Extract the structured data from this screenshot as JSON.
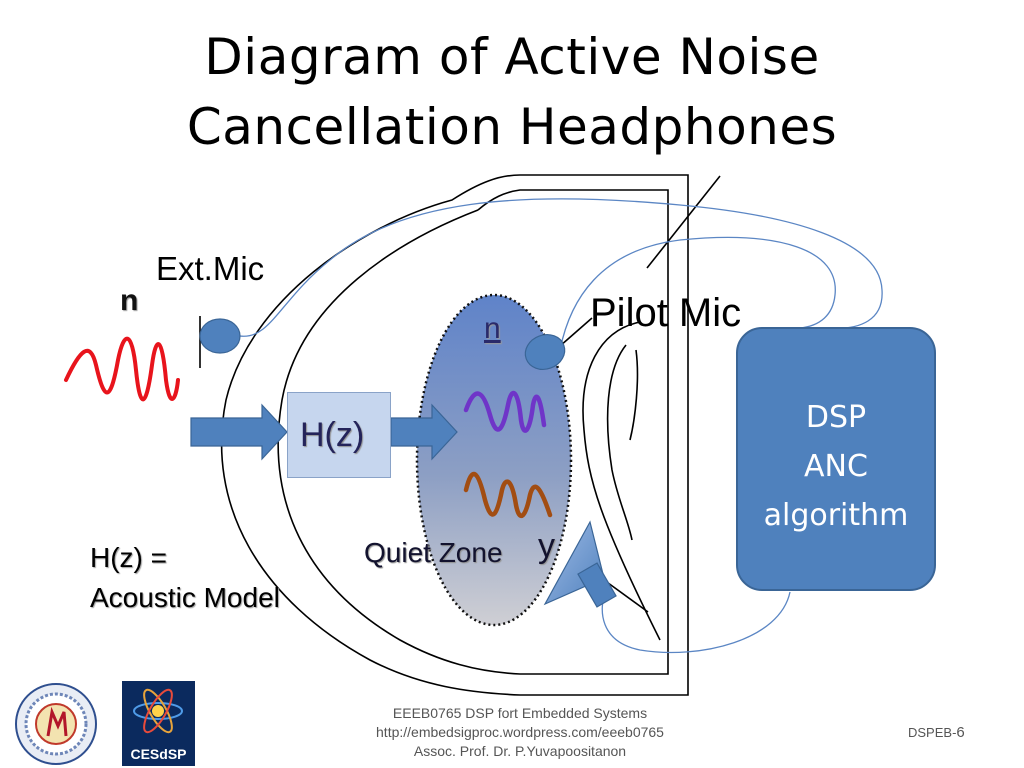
{
  "title": {
    "line1": "Diagram of Active Noise",
    "line2": "Cancellation Headphones"
  },
  "labels": {
    "ext_mic": "Ext.Mic",
    "noise_left": "n",
    "noise_zone": "n",
    "pilot_mic": "Pilot Mic",
    "hz_block": "H(z)",
    "quiet_zone": "Quiet Zone",
    "y": "y",
    "hz_definition_line1": "H(z) =",
    "hz_definition_line2": "Acoustic Model"
  },
  "dsp_block": {
    "line1": "DSP",
    "line2": "ANC",
    "line3": "algorithm"
  },
  "footer": {
    "line1": "EEEB0765  DSP fort Embedded Systems",
    "line2": "http://embedsigproc.wordpress.com/eeeb0765",
    "line3": "Assoc. Prof. Dr. P.Yuvapoositanon"
  },
  "page_number": {
    "prefix": "DSPEB-",
    "number": "6"
  },
  "logos": {
    "left_logo_name": "university-seal-logo",
    "right_logo_text": "CESdSP"
  },
  "colors": {
    "noise_wave": "#e8141c",
    "zone_wave_n": "#6f35c8",
    "zone_wave_y": "#a24d12",
    "arrow_fill": "#4f81bd",
    "dsp_fill": "#4f81bd",
    "quiet_zone_top": "#5f83c9",
    "quiet_zone_bottom": "#c9c9cf",
    "mic_fill": "#4f81bd",
    "wire": "#5b86c4"
  }
}
